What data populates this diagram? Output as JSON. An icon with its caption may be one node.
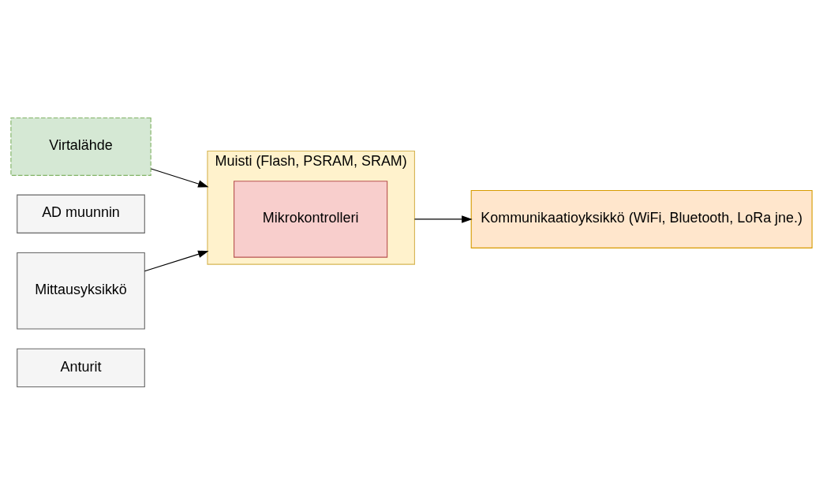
{
  "diagram": {
    "nodes": [
      {
        "text": [
          "Virtalähde"
        ]
      },
      {
        "text": [
          "AD muunnin"
        ]
      },
      {
        "text": [
          "Mittausyksikkö"
        ]
      },
      {
        "text": [
          "Anturit"
        ]
      },
      {
        "text": [
          "Muisti (Flash, PSRAM, SRAM)"
        ]
      },
      {
        "text": [
          "Mikrokontrolleri"
        ],
        "in": 4
      },
      {
        "text": [
          "Kommunikaatioyksikkö (WiFi, Bluetooth, LoRa jne.)"
        ]
      }
    ],
    "edges": [
      {
        "from": 0,
        "to": 4,
        "arrow": "to"
      },
      {
        "from": 2,
        "to": 4,
        "arrow": "to"
      },
      {
        "from": 4,
        "to": 6,
        "arrow": "to"
      }
    ]
  }
}
